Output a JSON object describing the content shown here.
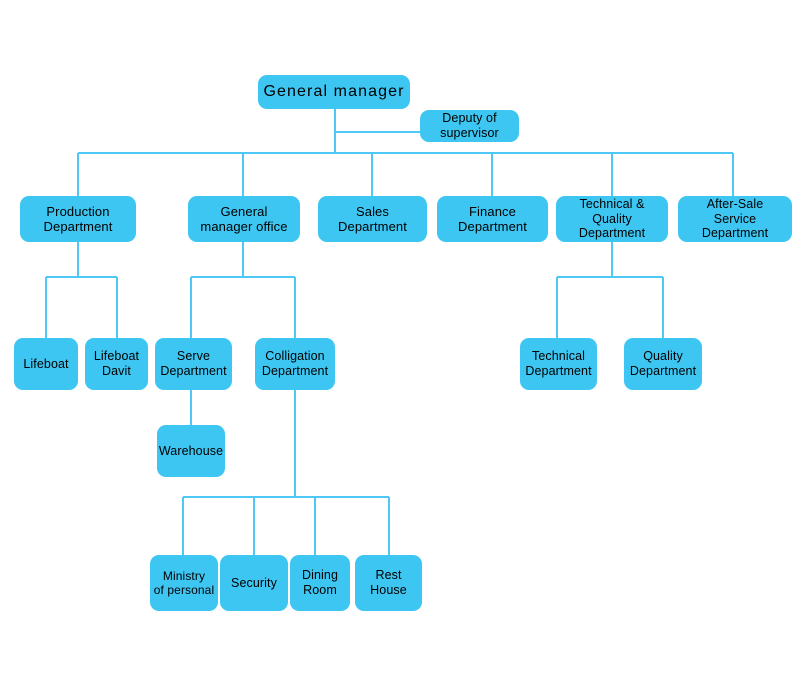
{
  "chart_data": {
    "type": "diagram",
    "title": "Company Organization Chart",
    "accent_color": "#3EC6F2",
    "connector_color": "#4FC8F5",
    "background_color": "#FFFFFF",
    "text_color": "#000000",
    "nodes": [
      {
        "id": "general-manager",
        "label": "General manager",
        "level": 0,
        "parent": null
      },
      {
        "id": "deputy-of-supervisor",
        "label": "Deputy of\nsupervisor",
        "level": 1,
        "parent": "general-manager"
      },
      {
        "id": "production-department",
        "label": "Production\nDepartment",
        "level": 1,
        "parent": "general-manager"
      },
      {
        "id": "general-manager-office",
        "label": "General\nmanager office",
        "level": 1,
        "parent": "general-manager"
      },
      {
        "id": "sales-department",
        "label": "Sales\nDepartment",
        "level": 1,
        "parent": "general-manager"
      },
      {
        "id": "finance-department",
        "label": "Finance\nDepartment",
        "level": 1,
        "parent": "general-manager"
      },
      {
        "id": "technical-quality-department",
        "label": "Technical & Quality\nDepartment",
        "level": 1,
        "parent": "general-manager"
      },
      {
        "id": "after-sale-service-department",
        "label": "After-Sale\nService Department",
        "level": 1,
        "parent": "general-manager"
      },
      {
        "id": "lifeboat",
        "label": "Lifeboat",
        "level": 2,
        "parent": "production-department"
      },
      {
        "id": "lifeboat-davit",
        "label": "Lifeboat\nDavit",
        "level": 2,
        "parent": "production-department"
      },
      {
        "id": "serve-department",
        "label": "Serve\nDepartment",
        "level": 2,
        "parent": "general-manager-office"
      },
      {
        "id": "colligation-department",
        "label": "Colligation\nDepartment",
        "level": 2,
        "parent": "general-manager-office"
      },
      {
        "id": "technical-department",
        "label": "Technical\nDepartment",
        "level": 2,
        "parent": "technical-quality-department"
      },
      {
        "id": "quality-department",
        "label": "Quality\nDepartment",
        "level": 2,
        "parent": "technical-quality-department"
      },
      {
        "id": "warehouse",
        "label": "Warehouse",
        "level": 3,
        "parent": "serve-department"
      },
      {
        "id": "ministry-of-personal",
        "label": "Ministry\nof  personal",
        "level": 3,
        "parent": "colligation-department"
      },
      {
        "id": "security",
        "label": "Security",
        "level": 3,
        "parent": "colligation-department"
      },
      {
        "id": "dining-room",
        "label": "Dining\nRoom",
        "level": 3,
        "parent": "colligation-department"
      },
      {
        "id": "rest-house",
        "label": "Rest\nHouse",
        "level": 3,
        "parent": "colligation-department"
      }
    ]
  },
  "nodes": {
    "general_manager": "General manager",
    "deputy_of_supervisor": "Deputy of\nsupervisor",
    "production_department": "Production\nDepartment",
    "general_manager_office": "General\nmanager office",
    "sales_department": "Sales\nDepartment",
    "finance_department": "Finance\nDepartment",
    "technical_quality_department": "Technical & Quality\nDepartment",
    "after_sale_service_department": "After-Sale\nService Department",
    "lifeboat": "Lifeboat",
    "lifeboat_davit": "Lifeboat\nDavit",
    "serve_department": "Serve\nDepartment",
    "colligation_department": "Colligation\nDepartment",
    "technical_department": "Technical\nDepartment",
    "quality_department": "Quality\nDepartment",
    "warehouse": "Warehouse",
    "ministry_of_personal": "Ministry\nof  personal",
    "security": "Security",
    "dining_room": "Dining\nRoom",
    "rest_house": "Rest\nHouse"
  }
}
